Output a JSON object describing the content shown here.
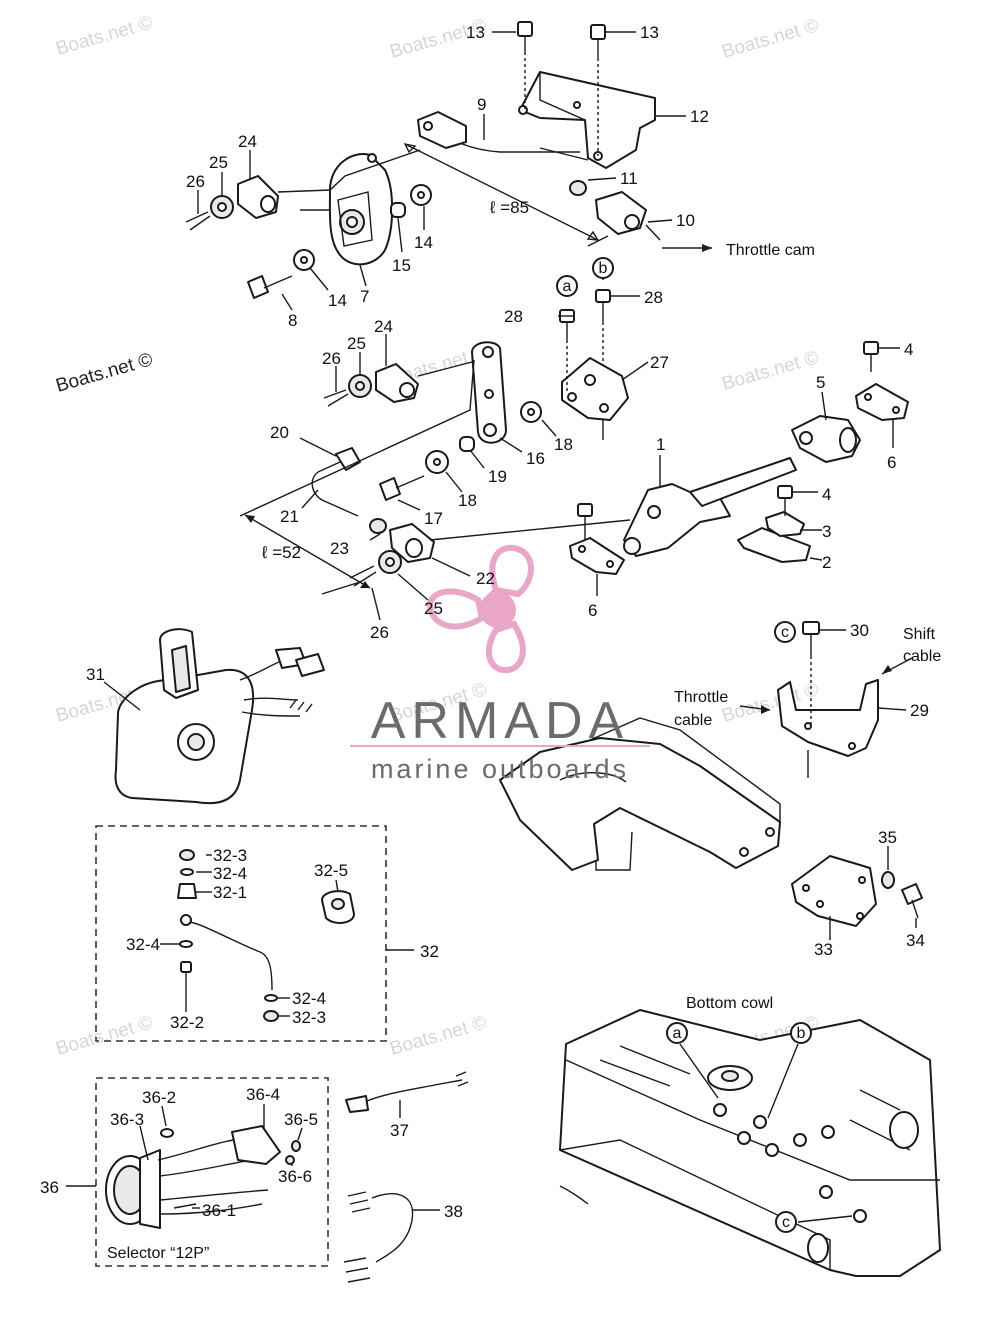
{
  "labels": {
    "p1": "1",
    "p2": "2",
    "p3": "3",
    "p4a": "4",
    "p4b": "4",
    "p5": "5",
    "p6a": "6",
    "p6b": "6",
    "p7": "7",
    "p8": "8",
    "p9": "9",
    "p10": "10",
    "p11": "11",
    "p12": "12",
    "p13a": "13",
    "p13b": "13",
    "p14a": "14",
    "p14b": "14",
    "p15": "15",
    "p16": "16",
    "p17": "17",
    "p18a": "18",
    "p18b": "18",
    "p19": "19",
    "p20": "20",
    "p21": "21",
    "p22": "22",
    "p23": "23",
    "p24a": "24",
    "p24b": "24",
    "p25a": "25",
    "p25b": "25",
    "p25c": "25",
    "p26a": "26",
    "p26b": "26",
    "p26c": "26",
    "p27": "27",
    "p28a": "28",
    "p28b": "28",
    "p29": "29",
    "p30": "30",
    "p31": "31",
    "p32": "32",
    "p32_1": "32-1",
    "p32_2": "32-2",
    "p32_3a": "32-3",
    "p32_3b": "32-3",
    "p32_4a": "32-4",
    "p32_4b": "32-4",
    "p32_4c": "32-4",
    "p32_5": "32-5",
    "p33": "33",
    "p34": "34",
    "p35": "35",
    "p36": "36",
    "p36_1": "36-1",
    "p36_2": "36-2",
    "p36_3": "36-3",
    "p36_4": "36-4",
    "p36_5": "36-5",
    "p36_6": "36-6",
    "p37": "37",
    "p38": "38"
  },
  "circled": {
    "a1": "a",
    "b1": "b",
    "c1": "c",
    "a2": "a",
    "b2": "b",
    "c2": "c"
  },
  "annotations": {
    "length_85": "ℓ =85",
    "length_52": "ℓ =52",
    "throttle_cam": "Throttle cam",
    "shift_cable_1": "Shift",
    "shift_cable_2": "cable",
    "throttle_cable_1": "Throttle",
    "throttle_cable_2": "cable",
    "bottom_cowl": "Bottom cowl",
    "selector": "Selector “12P”"
  },
  "watermark": {
    "text": "Boats.net ©",
    "color": "#d6d6d6",
    "dark_color": "#222222"
  },
  "logo": {
    "brand": "ARMADA",
    "tagline": "marine outboards",
    "brand_color": "#6b6b6b",
    "accent_color": "#e9a6c6",
    "icon": "propeller-icon"
  }
}
